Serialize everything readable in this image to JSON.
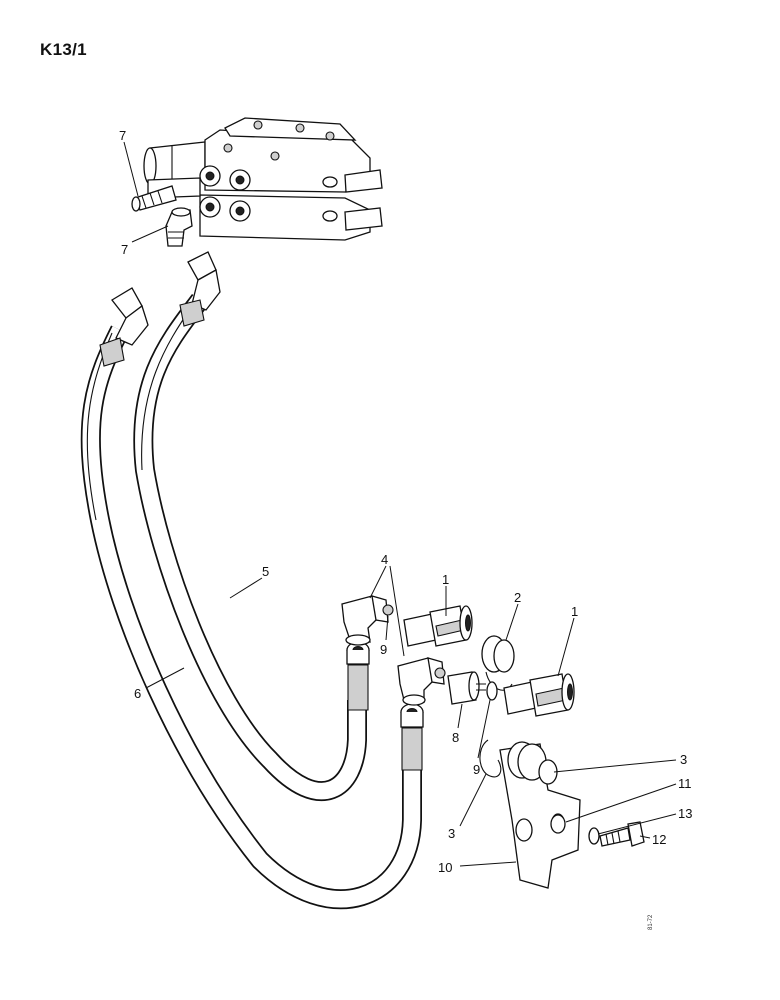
{
  "page": {
    "code": "K13/1",
    "print_ref": "81-72"
  },
  "callouts": [
    {
      "id": "c7a",
      "text": "7"
    },
    {
      "id": "c7b",
      "text": "7"
    },
    {
      "id": "c4",
      "text": "4"
    },
    {
      "id": "c5",
      "text": "5"
    },
    {
      "id": "c6",
      "text": "6"
    },
    {
      "id": "c1a",
      "text": "1"
    },
    {
      "id": "c2",
      "text": "2"
    },
    {
      "id": "c1b",
      "text": "1"
    },
    {
      "id": "c9a",
      "text": "9"
    },
    {
      "id": "c8",
      "text": "8"
    },
    {
      "id": "c9b",
      "text": "9"
    },
    {
      "id": "c3a",
      "text": "3"
    },
    {
      "id": "c11",
      "text": "11"
    },
    {
      "id": "c13",
      "text": "13"
    },
    {
      "id": "c12",
      "text": "12"
    },
    {
      "id": "c3b",
      "text": "3"
    },
    {
      "id": "c10",
      "text": "10"
    }
  ]
}
